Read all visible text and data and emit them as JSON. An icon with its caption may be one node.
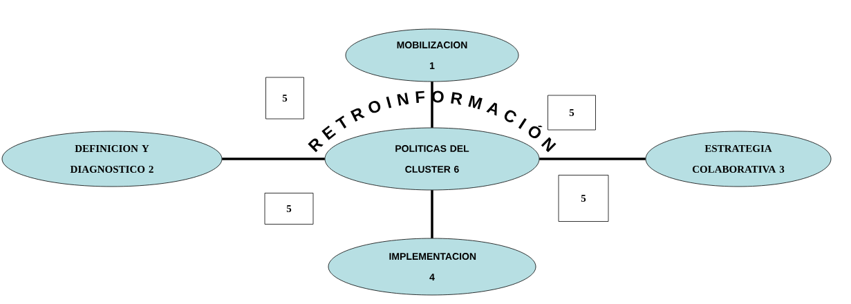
{
  "diagram": {
    "nodes": [
      {
        "text": [
          "MOBILIZACION 1"
        ]
      },
      {
        "text": [
          "5"
        ]
      },
      {
        "text": [
          "5"
        ]
      },
      {
        "text": [
          "DEFINICION Y DIAGNOSTICO 2"
        ]
      },
      {
        "text": [
          "POLITICAS DEL CLUSTER 6"
        ]
      },
      {
        "text": [
          "ESTRATEGIA COLABORATIVA 3"
        ]
      },
      {
        "text": [
          "5"
        ]
      },
      {
        "text": [
          "5"
        ]
      },
      {
        "text": [
          "IMPLEMENTACION 4"
        ]
      }
    ],
    "edges": [
      {
        "from": 4,
        "to": 0,
        "arrow": "none"
      },
      {
        "from": 4,
        "to": 3,
        "arrow": "none"
      },
      {
        "from": 4,
        "to": 5,
        "arrow": "none"
      },
      {
        "from": 4,
        "to": 8,
        "arrow": "none"
      }
    ],
    "labels": [
      "RETROINFORMACIÓN"
    ]
  }
}
